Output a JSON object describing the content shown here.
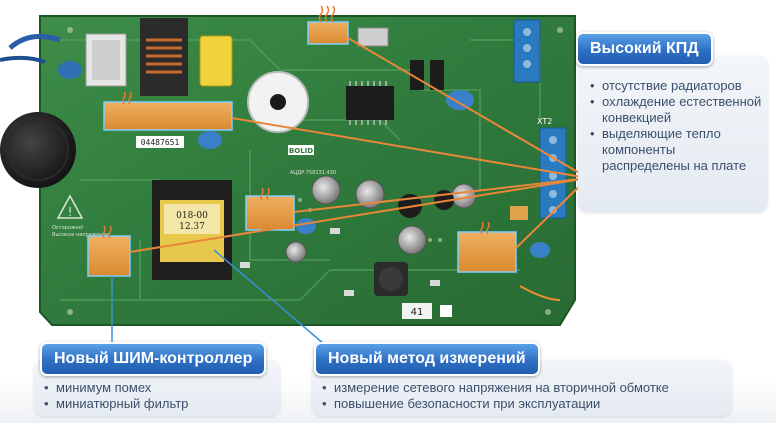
{
  "pcb": {
    "part_number": "04487651",
    "brand": "BOLID",
    "coil_label_line1": "018-00",
    "coil_label_line2": "12.37",
    "terminal_label": "XT2",
    "marking_small": "АЦДР.758131.430",
    "warning_line1": "Осторожно!",
    "warning_line2": "Высокое напряжение",
    "sticker_text": "41"
  },
  "callouts": {
    "efficiency": {
      "title": "Высокий КПД",
      "bullets": [
        "отсутствие радиаторов",
        "охлаждение естественной конвекцией",
        "выделяющие тепло компоненты распределены на плате"
      ]
    },
    "pwm": {
      "title": "Новый ШИМ-контроллер",
      "bullets": [
        "минимум помех",
        "миниатюрный фильтр"
      ]
    },
    "measurement": {
      "title": "Новый метод измерений",
      "bullets": [
        "измерение сетевого напряжения на вторичной обмотке",
        "повышение безопасности при эксплуатации"
      ]
    }
  },
  "colors": {
    "accent": "#2e6fc4",
    "arrow": "#e8873a",
    "pointer": "#3a8fd8",
    "pcb_green": "#2f7a3c",
    "highlight": "#e0a24a"
  },
  "icons": [
    "heat-waves-icon",
    "warning-triangle-icon"
  ]
}
